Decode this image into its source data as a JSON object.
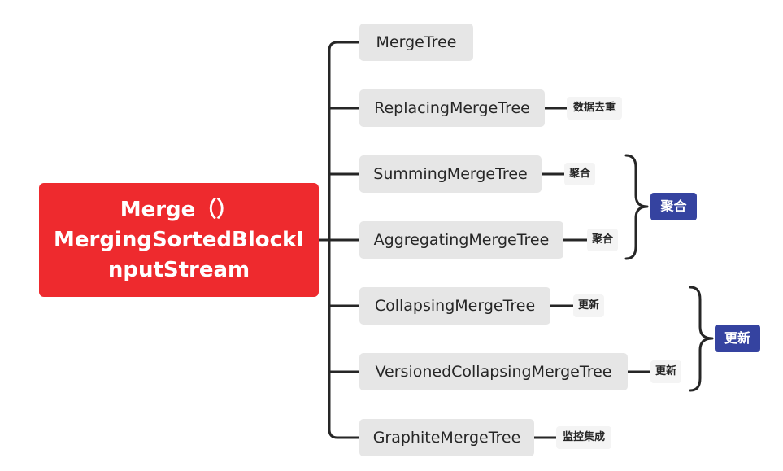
{
  "root": {
    "lines": [
      "Merge（）",
      "MergingSortedBlockI",
      "nputStream"
    ]
  },
  "branches": [
    {
      "label": "MergeTree",
      "tag": ""
    },
    {
      "label": "ReplacingMergeTree",
      "tag": "数据去重"
    },
    {
      "label": "SummingMergeTree",
      "tag": "聚合"
    },
    {
      "label": "AggregatingMergeTree",
      "tag": "聚合"
    },
    {
      "label": "CollapsingMergeTree",
      "tag": "更新"
    },
    {
      "label": "VersionedCollapsingMergeTree",
      "tag": "更新"
    },
    {
      "label": "GraphiteMergeTree",
      "tag": "监控集成"
    }
  ],
  "groups": [
    {
      "label": "聚合"
    },
    {
      "label": "更新"
    }
  ],
  "colors": {
    "root_fill": "#ee2a2e",
    "node_fill": "#e6e6e6",
    "tag_fill": "#f4f4f4",
    "group_fill": "#3543a0",
    "line": "#262626"
  }
}
